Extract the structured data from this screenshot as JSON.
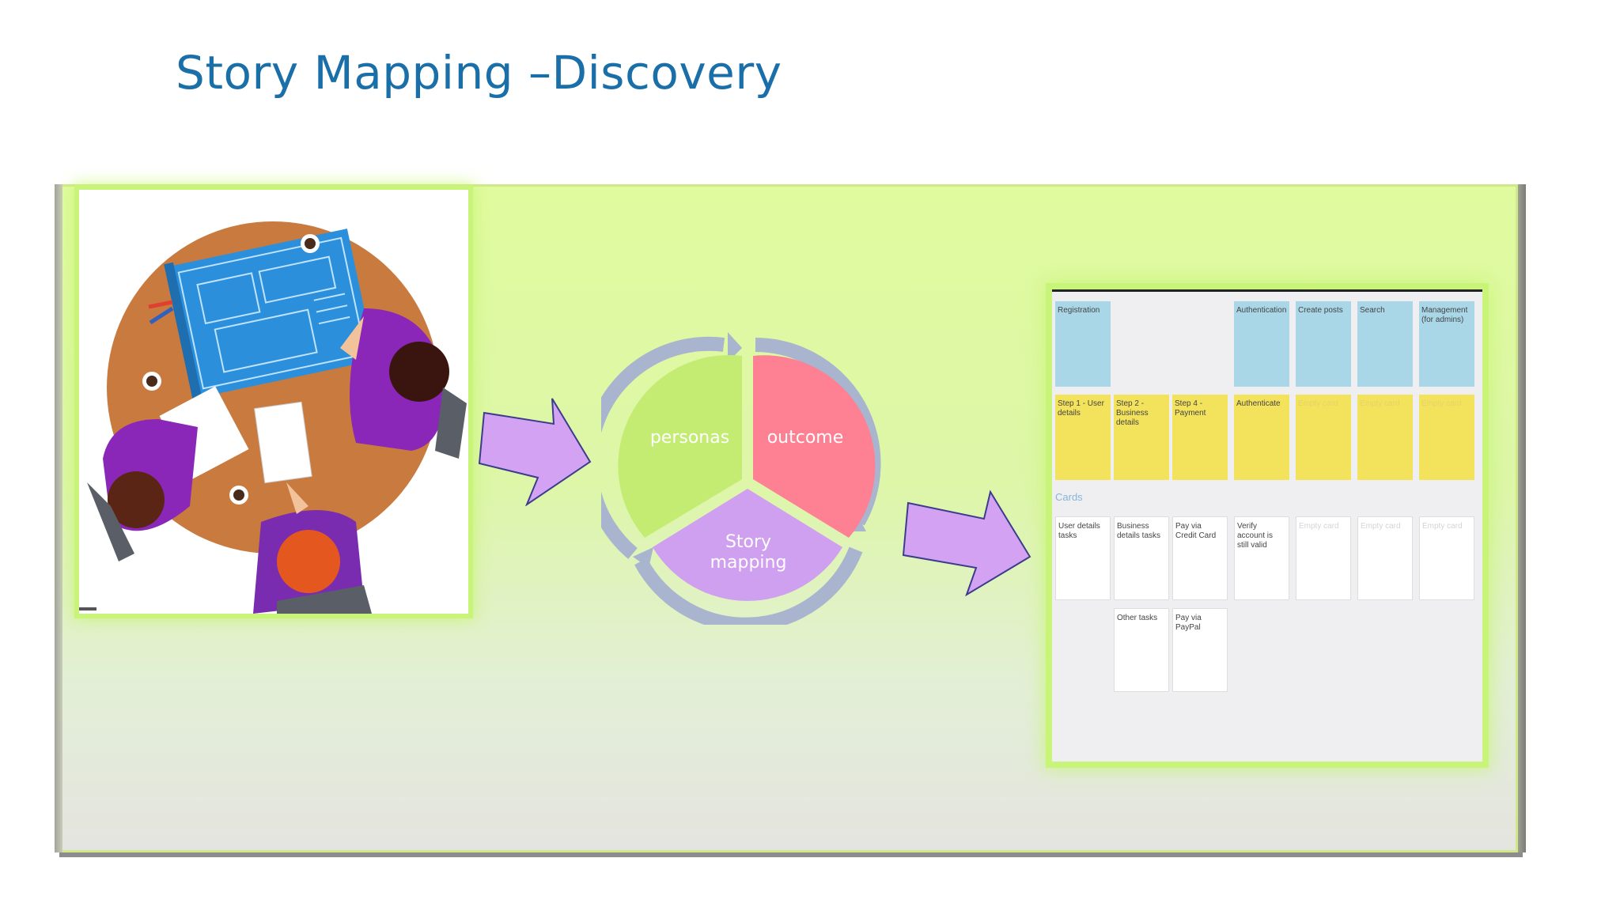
{
  "slide": {
    "title": "Story Mapping –Discovery"
  },
  "cycle": {
    "segments": [
      {
        "label": "personas",
        "color": "#c4ec72"
      },
      {
        "label": "outcome",
        "color": "#fd8093"
      },
      {
        "label_line1": "Story",
        "label_line2": "mapping",
        "color": "#cf9ff0"
      }
    ],
    "ring_color": "#a9b4cf"
  },
  "arrows": {
    "color": "#d4a2f2",
    "stroke": "#3b3c8e"
  },
  "story_board": {
    "header_row": [
      "Registration",
      "",
      "",
      "Authentication",
      "Create posts",
      "Search",
      "Management (for admins)"
    ],
    "step_row": [
      "Step 1 - User details",
      "Step 2 - Business details",
      "Step 4 - Payment",
      "Authenticate",
      "Empty card",
      "Empty card",
      "Empty card"
    ],
    "cards_tag": "Cards",
    "task_row": [
      "User details tasks",
      "Business details tasks",
      "Pay via Credit Card",
      "Verify account is still valid",
      "Empty card",
      "Empty card",
      "Empty card"
    ],
    "task_row_2": [
      "",
      "Other tasks",
      "Pay via PayPal",
      "",
      "",
      "",
      ""
    ]
  }
}
